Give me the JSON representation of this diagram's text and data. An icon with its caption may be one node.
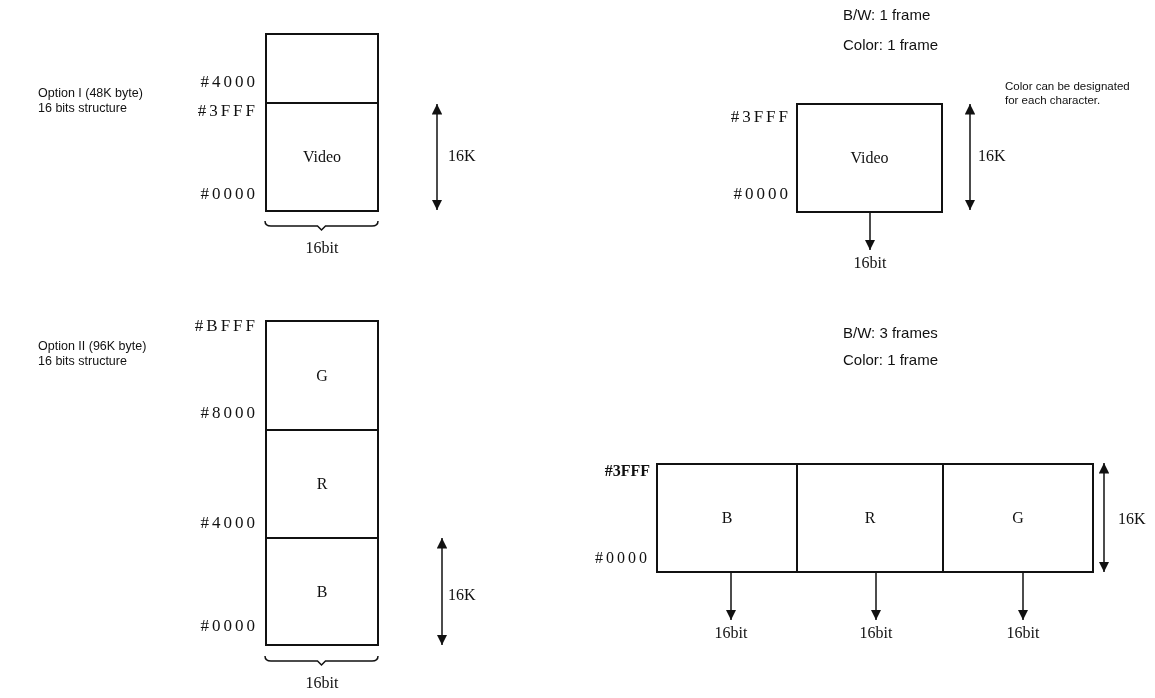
{
  "diagram": {
    "nodes": [
      {
        "text": [],
        "shape": "box"
      },
      {
        "text": [
          "Video"
        ]
      },
      {
        "text": [
          "Video"
        ]
      },
      {
        "text": [
          "16bit"
        ]
      },
      {
        "text": [
          "G"
        ]
      },
      {
        "text": [
          "R"
        ]
      },
      {
        "text": [
          "B"
        ]
      },
      {
        "text": [
          "B"
        ]
      },
      {
        "text": [
          "R"
        ]
      },
      {
        "text": [
          "G"
        ]
      },
      {
        "text": [
          "16bit"
        ]
      },
      {
        "text": [
          "16bit"
        ]
      },
      {
        "text": [
          "16bit"
        ]
      }
    ],
    "edges": [
      {
        "from": 2,
        "to": 3,
        "arrow": "to"
      },
      {
        "from": 7,
        "to": 10,
        "arrow": "to"
      },
      {
        "from": 8,
        "to": 11,
        "arrow": "to"
      },
      {
        "from": 9,
        "to": 12,
        "arrow": "to"
      }
    ],
    "labels": [
      "B/W: 1 frame",
      "Color: 1 frame",
      "Option I (48K byte) 16 bits structure",
      "#4000",
      "#3FFF",
      "#0000",
      "16K",
      "16bit",
      "Color can be designated for each character.",
      "#3FFF",
      "#0000",
      "16K",
      "Option II (96K byte) 16 bits structure",
      "#BFFF",
      "B/W: 3 frames",
      "Color: 1 frame",
      "#8000",
      "#4000",
      "#0000",
      "16K",
      "16bit",
      "#3FFF",
      "#0000",
      "16K"
    ]
  }
}
